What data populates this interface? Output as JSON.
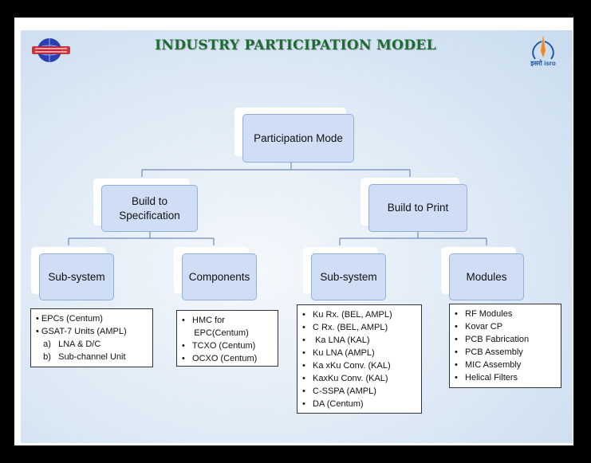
{
  "title": "INDUSTRY PARTICIPATION MODEL",
  "logos": {
    "left": "gsat-logo",
    "right": "isro-logo",
    "right_text": "इसरो isro"
  },
  "colors": {
    "title": "#1d6b33",
    "box_fill": "#cfdef4",
    "box_border": "#8fb0da",
    "line": "#6e8cb8"
  },
  "root": "Participation Mode",
  "level1": {
    "left": "Build to Specification",
    "right": "Build to Print"
  },
  "level2": {
    "subsystem_left": "Sub-system",
    "components": "Components",
    "subsystem_right": "Sub-system",
    "modules": "Modules"
  },
  "lists": {
    "subsystem_left": [
      "• EPCs (Centum)",
      "• GSAT-7 Units (AMPL)",
      "   a)   LNA & D/C",
      "   b)   Sub-channel Unit"
    ],
    "components": [
      "•   HMC for",
      "     EPC(Centum)",
      "•   TCXO (Centum)",
      "•   OCXO (Centum)"
    ],
    "subsystem_right": [
      "•   Ku Rx. (BEL, AMPL)",
      "•   C Rx. (BEL, AMPL)",
      "•    Ka LNA (KAL)",
      "•   Ku LNA (AMPL)",
      "•   Ka xKu Conv. (KAL)",
      "•   KaxKu Conv. (KAL)",
      "•   C-SSPA (AMPL)",
      "•   DA (Centum)"
    ],
    "modules": [
      "•   RF Modules",
      "•   Kovar CP",
      "•   PCB Fabrication",
      "•   PCB Assembly",
      "•   MIC Assembly",
      "•   Helical Filters"
    ]
  }
}
